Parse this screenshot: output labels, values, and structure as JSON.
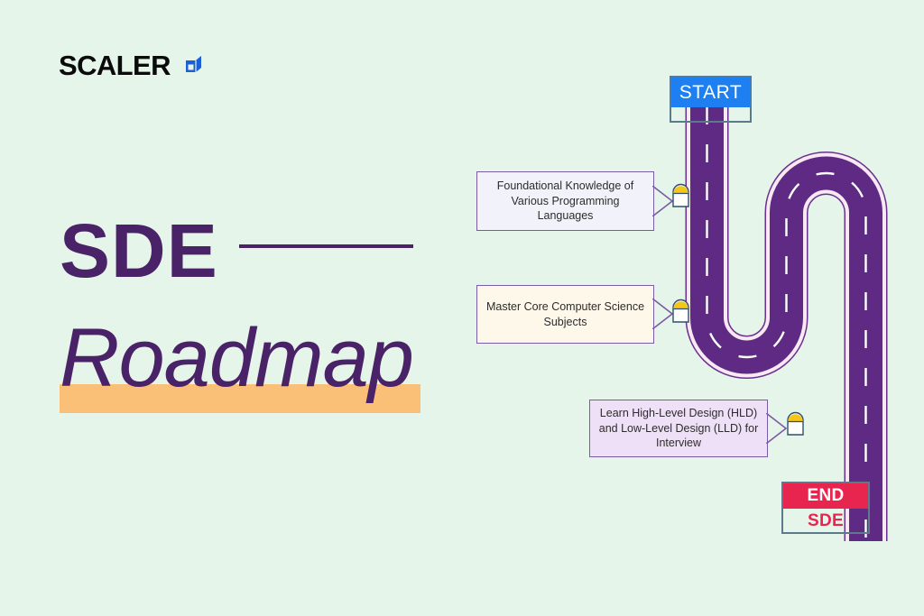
{
  "page": {
    "background_color": "#e6f5ea",
    "accent_purple": "#4a2268",
    "road_color": "#5e2a84",
    "highlight_color": "#fbc078"
  },
  "brand": {
    "wordmark": "SCALER",
    "mark_icon": "cube-icon",
    "mark_color": "#1d5fd6"
  },
  "headline": {
    "title": "SDE",
    "subtitle": "Roadmap",
    "rule_color": "#4a2268",
    "highlight_color": "#fbc078"
  },
  "roadmap": {
    "start_sign": {
      "label": "START",
      "plate_color": "#1d7ff0",
      "text_color": "#ffffff",
      "frame_color": "#5d7a8c"
    },
    "end_sign": {
      "label": "END",
      "sub_label": "SDE",
      "plate_color": "#e8254f",
      "text_color": "#ffffff",
      "sub_text_color": "#e8254f",
      "frame_color": "#5d7a8c"
    },
    "steps": [
      {
        "id": "step-1",
        "text": "Foundational Knowledge of Various Programming Languages",
        "box_color": "#f2f2fb",
        "border_color": "#7b5ba3",
        "marker_icon": "milestone-pin-icon"
      },
      {
        "id": "step-2",
        "text": "Master Core Computer Science Subjects",
        "box_color": "#fdf8ea",
        "border_color": "#7b5ba3",
        "marker_icon": "milestone-pin-icon"
      },
      {
        "id": "step-3",
        "text": "Learn High-Level Design (HLD) and Low-Level Design (LLD) for Interview",
        "box_color": "#eee0f6",
        "border_color": "#7b5ba3",
        "marker_icon": "milestone-pin-icon"
      }
    ],
    "road": {
      "icon": "winding-road-icon",
      "surface_color": "#5e2a84",
      "edge_stripe_color": "#f8e9f3",
      "center_dash_color": "#ffffff"
    }
  }
}
